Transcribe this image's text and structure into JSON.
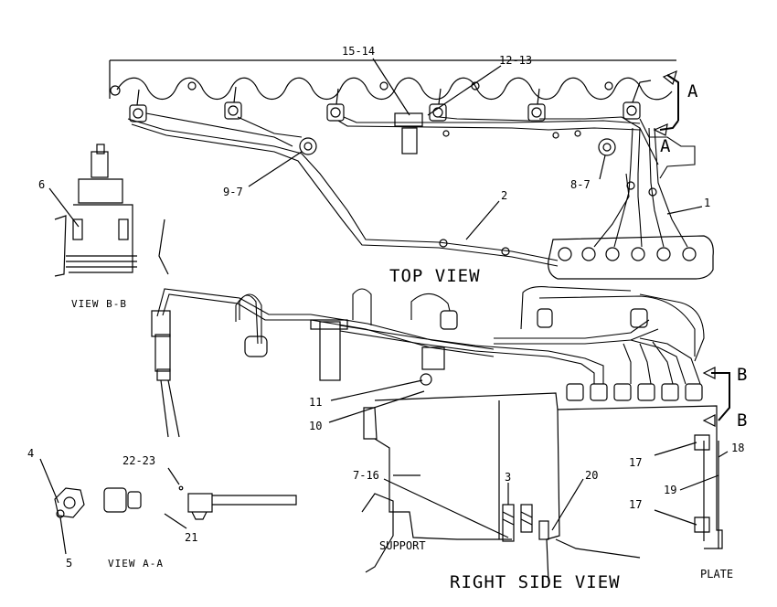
{
  "views": {
    "top": "TOP VIEW",
    "right_side": "RIGHT SIDE VIEW",
    "section_bb": "VIEW B-B",
    "section_aa": "VIEW A-A"
  },
  "section_markers": {
    "a_upper": "A",
    "a_lower": "A",
    "b_upper": "B",
    "b_lower": "B"
  },
  "annotations": {
    "support": "SUPPORT",
    "plate": "PLATE"
  },
  "callouts": [
    "15-14",
    "12-13",
    "9-7",
    "8-7",
    "2",
    "1",
    "6",
    "11",
    "10",
    "4",
    "5",
    "22-23",
    "21",
    "7-16",
    "3",
    "20",
    "17",
    "18",
    "19",
    "17"
  ]
}
